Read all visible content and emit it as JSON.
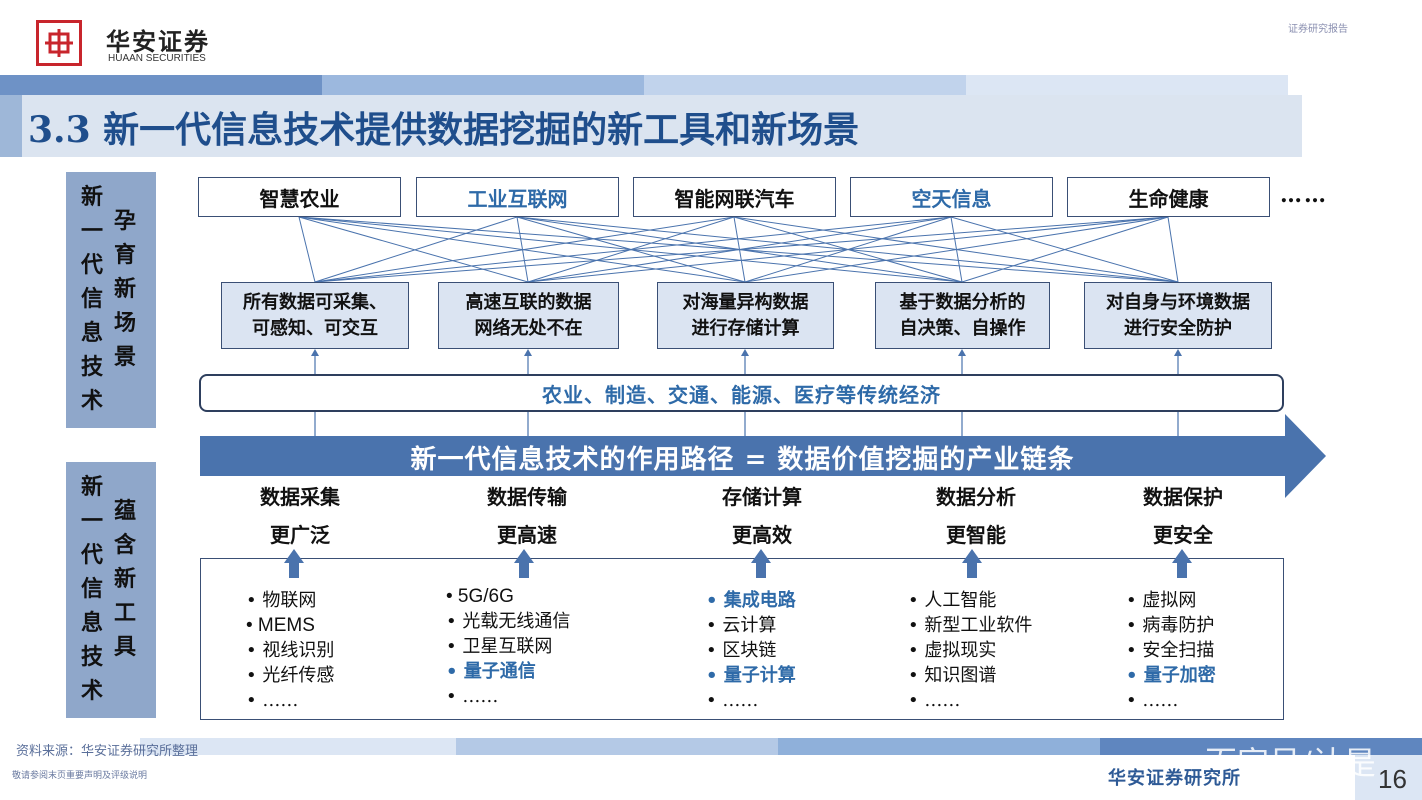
{
  "header": {
    "brand_cn": "华安证券",
    "brand_en": "HUAAN SECURITIES",
    "report_type": "证券研究报告"
  },
  "title": "3.3 新一代信息技术提供数据挖掘的新工具和新场景",
  "side_top": {
    "col1": "新一代信息技术",
    "col2": "孕育新场景"
  },
  "side_bottom": {
    "col1": "新一代信息技术",
    "col2": "蕴含新工具"
  },
  "scenes": [
    {
      "label": "智慧农业",
      "highlight": false
    },
    {
      "label": "工业互联网",
      "highlight": true
    },
    {
      "label": "智能网联汽车",
      "highlight": false
    },
    {
      "label": "空天信息",
      "highlight": true
    },
    {
      "label": "生命健康",
      "highlight": false
    }
  ],
  "scenes_more": "……",
  "effects": [
    {
      "line1": "所有数据可采集、",
      "line2": "可感知、可交互"
    },
    {
      "line1": "高速互联的数据",
      "line2": "网络无处不在"
    },
    {
      "line1": "对海量异构数据",
      "line2": "进行存储计算"
    },
    {
      "line1": "基于数据分析的",
      "line2": "自决策、自操作"
    },
    {
      "line1": "对自身与环境数据",
      "line2": "进行安全防护"
    }
  ],
  "economy": "农业、制造、交通、能源、医疗等传统经济",
  "path_arrow": "新一代信息技术的作用路径 = 数据价值挖掘的产业链条",
  "stages": [
    {
      "name": "数据采集",
      "quality": "更广泛"
    },
    {
      "name": "数据传输",
      "quality": "更高速"
    },
    {
      "name": "存储计算",
      "quality": "更高效"
    },
    {
      "name": "数据分析",
      "quality": "更智能"
    },
    {
      "name": "数据保护",
      "quality": "更安全"
    }
  ],
  "tools": [
    {
      "items": [
        {
          "text": "物联网",
          "hl": false
        },
        {
          "text": "MEMS",
          "hl": false
        },
        {
          "text": "视线识别",
          "hl": false
        },
        {
          "text": "光纤传感",
          "hl": false
        },
        {
          "text": "……",
          "hl": false
        }
      ]
    },
    {
      "items": [
        {
          "text": "5G/6G",
          "hl": false
        },
        {
          "text": "光载无线通信",
          "hl": false
        },
        {
          "text": "卫星互联网",
          "hl": false
        },
        {
          "text": "量子通信",
          "hl": true
        },
        {
          "text": "……",
          "hl": false
        }
      ]
    },
    {
      "items": [
        {
          "text": "集成电路",
          "hl": true
        },
        {
          "text": "云计算",
          "hl": false
        },
        {
          "text": "区块链",
          "hl": false
        },
        {
          "text": "量子计算",
          "hl": true
        },
        {
          "text": "……",
          "hl": false
        }
      ]
    },
    {
      "items": [
        {
          "text": "人工智能",
          "hl": false
        },
        {
          "text": "新型工业软件",
          "hl": false
        },
        {
          "text": "虚拟现实",
          "hl": false
        },
        {
          "text": "知识图谱",
          "hl": false
        },
        {
          "text": "……",
          "hl": false
        }
      ]
    },
    {
      "items": [
        {
          "text": "虚拟网",
          "hl": false
        },
        {
          "text": "病毒防护",
          "hl": false
        },
        {
          "text": "安全扫描",
          "hl": false
        },
        {
          "text": "量子加密",
          "hl": true
        },
        {
          "text": "……",
          "hl": false
        }
      ]
    }
  ],
  "footer": {
    "source": "资料来源：华安证券研究所整理",
    "disclaimer": "敬请参阅末页重要声明及评级说明",
    "institute": "华安证券研究所",
    "watermark": "百家号/认是",
    "page": "16"
  },
  "colors": {
    "accent_blue": "#2e6aa8",
    "arrow_blue": "#4a73ad",
    "side_panel": "#8fa7ca",
    "brand_red": "#c8252c"
  }
}
